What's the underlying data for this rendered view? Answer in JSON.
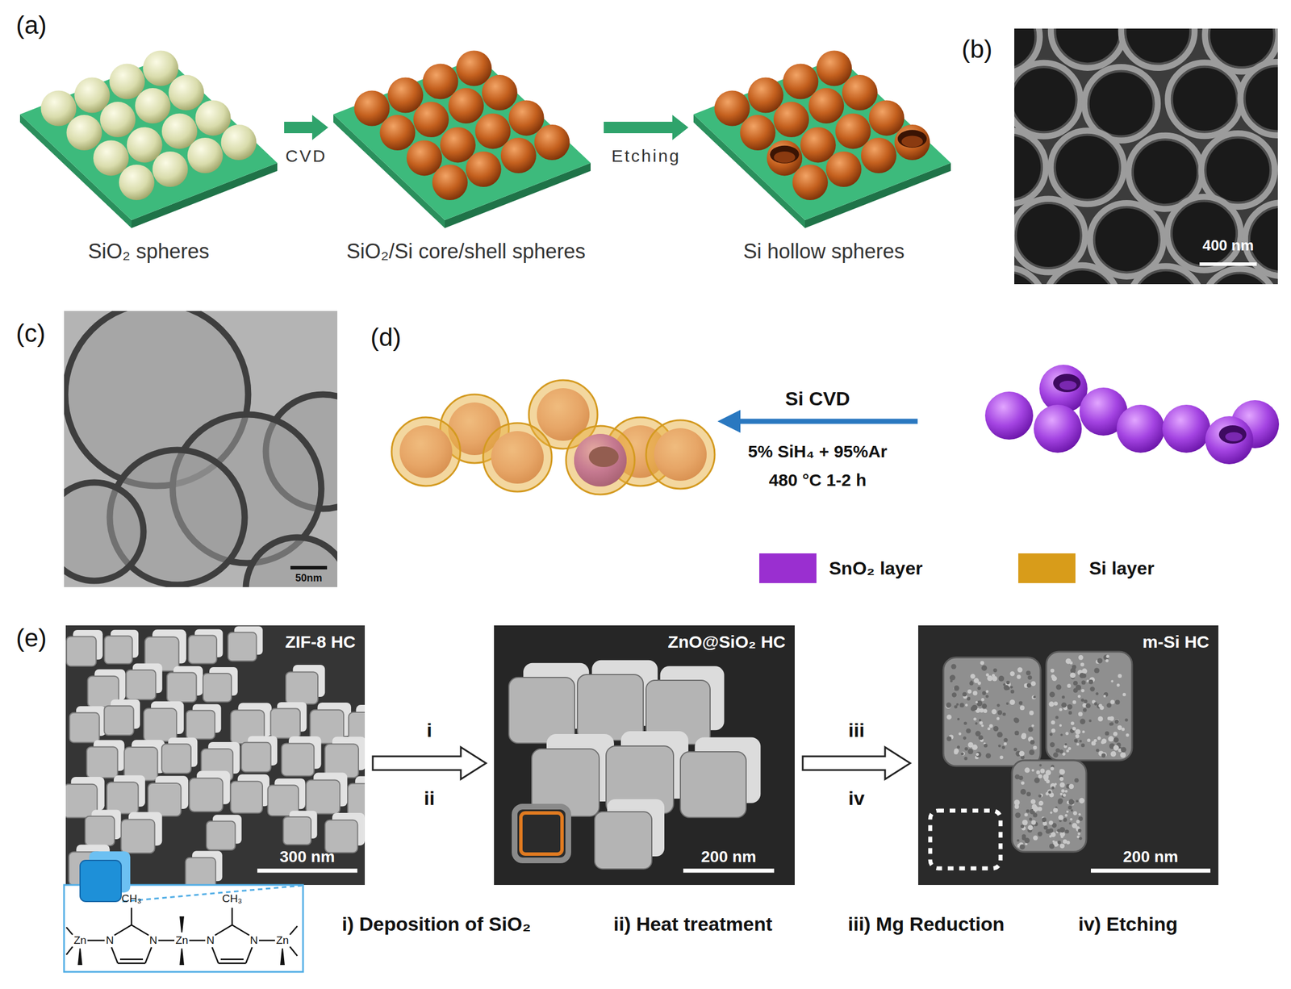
{
  "diagram": {
    "nodes": [
      {
        "text": [
          "SiO₂ spheres"
        ]
      },
      {
        "text": [
          "SiO₂/Si core/shell spheres"
        ]
      },
      {
        "text": [
          "Si hollow spheres"
        ]
      },
      {
        "text": [
          "ZIF-8 HC",
          "300 nm"
        ]
      },
      {
        "text": [
          "ZnO@SiO₂ HC",
          "200 nm"
        ]
      },
      {
        "text": [
          "m-Si HC",
          "200 nm"
        ]
      }
    ],
    "edges": [
      {
        "from": 0,
        "to": 1,
        "label": "CVD",
        "arrow": "to"
      },
      {
        "from": 1,
        "to": 2,
        "label": "Etching",
        "arrow": "to"
      },
      {
        "from": 3,
        "to": 4,
        "arrow": "to"
      },
      {
        "from": 4,
        "to": 5,
        "arrow": "to"
      }
    ],
    "labels": [
      "(a)",
      "(b)",
      "400 nm",
      "(c)",
      "50nm",
      "(d)",
      "Si CVD",
      "5% SiH₄ + 95%Ar",
      "480 °C 1-2 h",
      "(e)",
      "i",
      "ii",
      "iii",
      "iv",
      "CH₃",
      "CH₃",
      "Zn",
      "N",
      "N",
      "Zn",
      "N",
      "N",
      "Zn",
      "i) Deposition of SiO₂",
      "ii) Heat treatment",
      "iii) Mg Reduction",
      "iv) Etching"
    ],
    "legend": [
      {
        "text": "SnO₂ layer",
        "color": "#9a2fd0"
      },
      {
        "text": "Si layer",
        "color": "#d89c1a"
      }
    ]
  }
}
